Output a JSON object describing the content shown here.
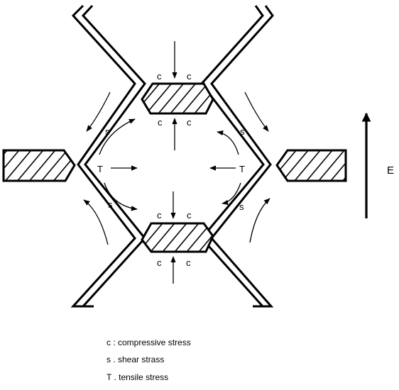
{
  "diagram": {
    "field_label": "E",
    "labels": {
      "c": "c",
      "s": "s",
      "T": "T"
    },
    "legend": [
      "c : compressive stress",
      "s . shear strass",
      "T . tensile stress"
    ]
  }
}
